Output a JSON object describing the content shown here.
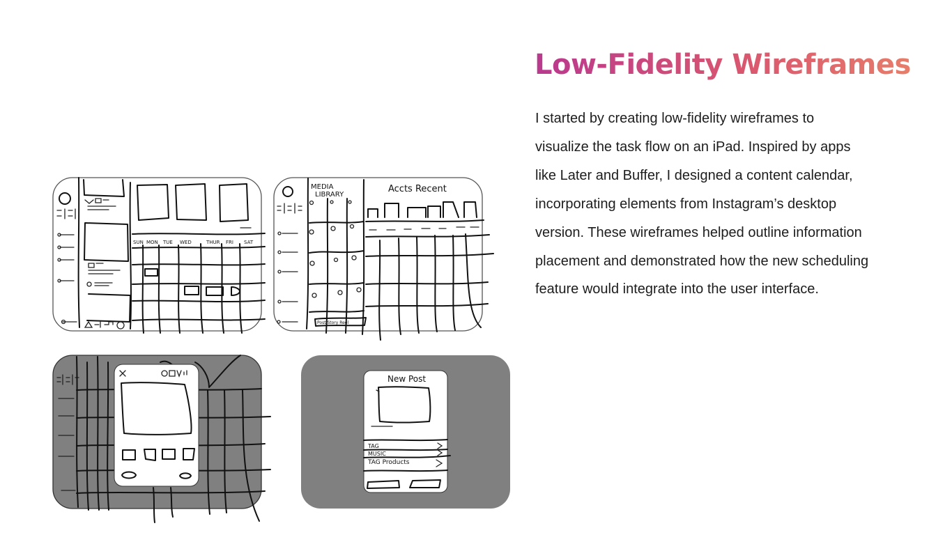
{
  "heading": "Low-Fidelity Wireframes",
  "description": "I started by creating low-fidelity wireframes to visualize the task flow on an iPad. Inspired by apps like Later and Buffer, I designed a content calendar, incorporating elements from Instagram’s desktop version. These wireframes helped outline information placement and demonstrated how the new scheduling feature would integrate into the user interface.",
  "colors": {
    "gradient_start": "#b9398e",
    "gradient_end": "#e77d6a",
    "overlay_gray": "#808080",
    "text": "#1d1d1d"
  },
  "wireframes": {
    "calendar": {
      "day_labels": [
        "SUN",
        "MON",
        "TUE",
        "WED",
        "THUR",
        "FRI",
        "SAT"
      ]
    },
    "media_library": {
      "title_line1": "MEDIA",
      "title_line2": "LIBRARY",
      "header": "Accts Recent",
      "tabs": "Post Story Reel"
    },
    "new_post": {
      "title": "New Post",
      "items": [
        "TAG",
        "MUSIC",
        "TAG Products"
      ]
    }
  }
}
